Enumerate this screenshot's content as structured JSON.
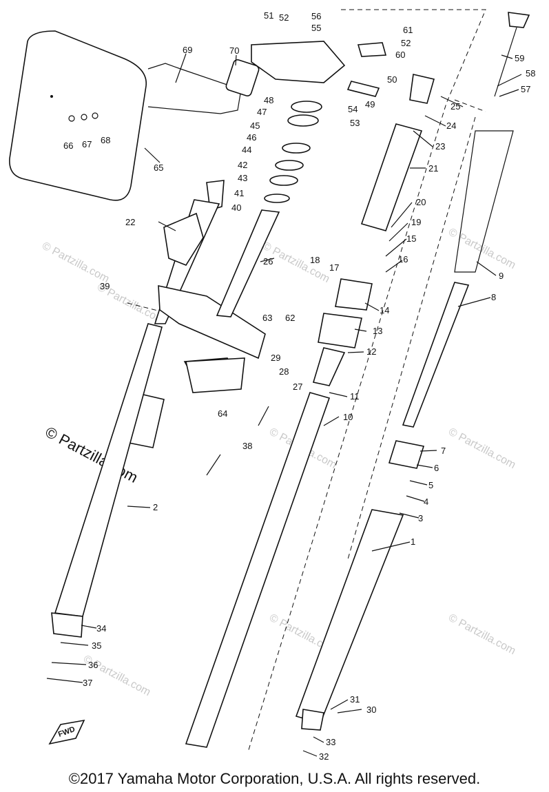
{
  "diagram": {
    "watermark": "© Partzilla.com",
    "badge": "FWD",
    "callouts": [
      "1",
      "2",
      "3",
      "4",
      "5",
      "6",
      "7",
      "8",
      "9",
      "10",
      "11",
      "12",
      "13",
      "14",
      "15",
      "16",
      "17",
      "18",
      "19",
      "20",
      "21",
      "22",
      "23",
      "24",
      "25",
      "26",
      "27",
      "28",
      "29",
      "30",
      "31",
      "32",
      "33",
      "34",
      "35",
      "36",
      "37",
      "38",
      "39",
      "40",
      "41",
      "42",
      "43",
      "44",
      "45",
      "46",
      "47",
      "48",
      "49",
      "50",
      "51",
      "52",
      "53",
      "54",
      "55",
      "56",
      "57",
      "58",
      "59",
      "60",
      "61",
      "62",
      "63",
      "64",
      "65",
      "66",
      "67",
      "68",
      "69",
      "70"
    ]
  },
  "footer": {
    "copyright": "©2017 Yamaha Motor Corporation, U.S.A. All rights reserved."
  }
}
